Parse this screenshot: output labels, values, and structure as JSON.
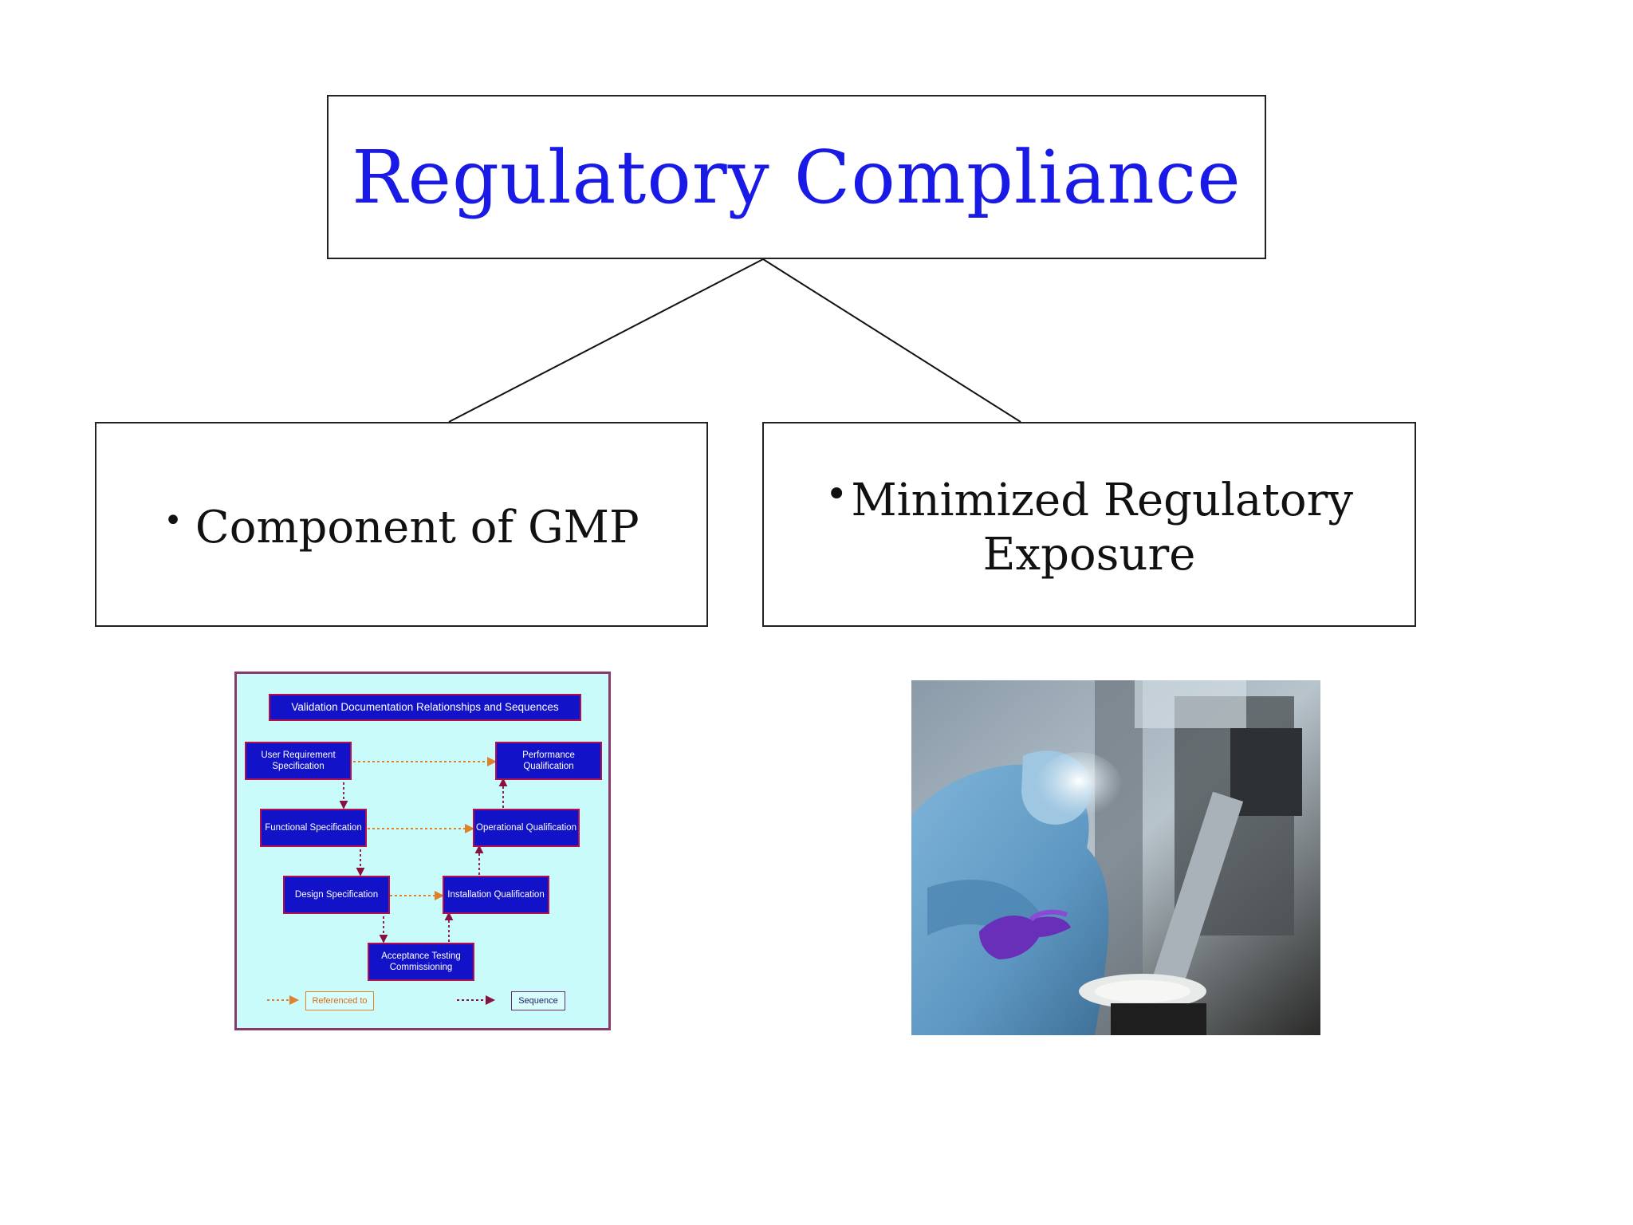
{
  "title": "Regulatory Compliance",
  "left_box": {
    "bullet": "•",
    "text": "Component of GMP"
  },
  "right_box": {
    "bullet": "•",
    "line1": "Minimized Regulatory",
    "line2": "Exposure"
  },
  "flowchart": {
    "header": "Validation Documentation Relationships and Sequences",
    "nodes": {
      "urs": "User Requirement Specification",
      "pq": "Performance Qualification",
      "fs": "Functional Specification",
      "oq": "Operational Qualification",
      "ds": "Design Specification",
      "iq": "Installation Qualification",
      "atc": "Acceptance Testing Commissioning"
    },
    "legend": {
      "referenced": "Referenced to",
      "sequence": "Sequence"
    },
    "colors": {
      "background": "#c9fbfb",
      "node_fill": "#1212c8",
      "node_border": "#b01050",
      "reference_arrow": "#e0802a",
      "sequence_arrow": "#8a1040"
    }
  },
  "photo": {
    "subject": "technician in cleanroom gown with purple gloves at equipment"
  }
}
